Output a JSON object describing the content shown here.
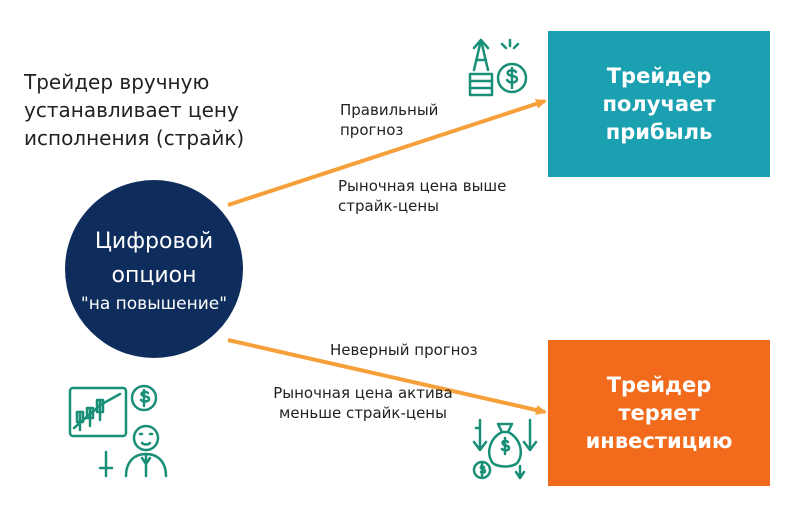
{
  "intro_text": "Трейдер вручную устанавливает цену исполнения (страйк)",
  "central_node": {
    "line1": "Цифровой",
    "line2": "опцион",
    "line3": "\"на повышение\""
  },
  "outcomes": {
    "profit": {
      "label": "Трейдер получает прибыль",
      "color": "#1aa0b1"
    },
    "loss": {
      "label": "Трейдер теряет инвестицию",
      "color": "#f26a1b"
    }
  },
  "edges": {
    "upper": {
      "label_top": "Правильный прогноз",
      "label_bottom": "Рыночная цена выше страйк-цены"
    },
    "lower": {
      "label_top": "Неверный прогноз",
      "label_bottom": "Рыночная цена активa меньше страйк-цены"
    }
  },
  "colors": {
    "arrow": "#f5a03a",
    "node": "#0f2d5c",
    "icon": "#1a8f78"
  },
  "icons": [
    "money-growth-icon",
    "trader-chart-icon",
    "money-loss-icon"
  ]
}
